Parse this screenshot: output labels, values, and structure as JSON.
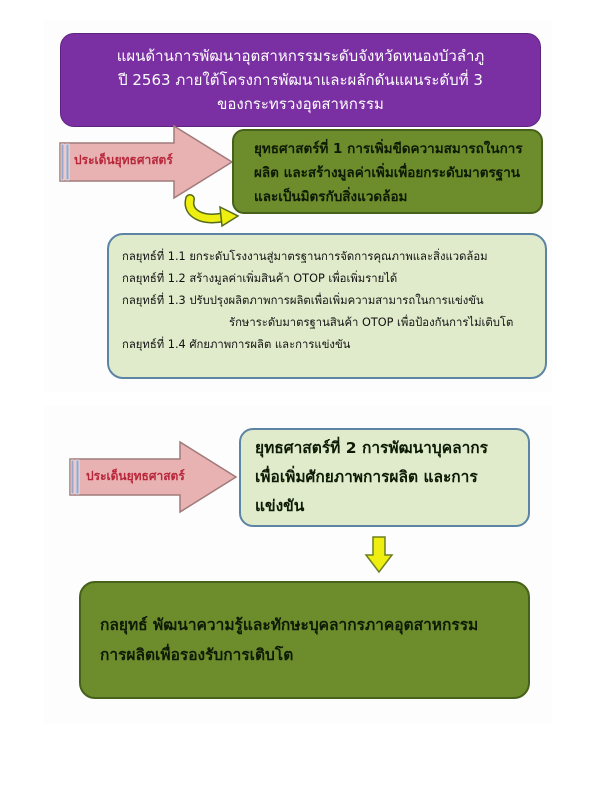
{
  "title": {
    "line1": "แผนด้านการพัฒนาอุตสาหกรรมระดับจังหวัดหนองบัวลำภู",
    "line2": "ปี 2563 ภายใต้โครงการพัฒนาและผลักดันแผนระดับที่ 3",
    "line3": "ของกระทรวงอุตสาหกรรม"
  },
  "section1": {
    "issue_label": "ประเด็นยุทธศาสตร์",
    "strategy_line1": "ยุทธศาสตร์ที่ 1 การเพิ่มขีดความสมารถในการ",
    "strategy_line2": "ผลิต และสร้างมูลค่าเพิ่มเพื่อยกระดับมาตรฐาน",
    "strategy_line3": "และเป็นมิตรกับสิ่งแวดล้อม",
    "tactics": [
      "กลยุทธ์ที่ 1.1 ยกระดับโรงงานสู่มาตรฐานการจัดการคุณภาพและสิ่งแวดล้อม",
      "กลยุทธ์ที่ 1.2 สร้างมูลค่าเพิ่มสินค้า OTOP เพื่อเพิ่มรายได้",
      "กลยุทธ์ที่ 1.3 ปรับปรุงผลิตภาพการผลิตเพื่อเพิ่มความสามารถในการแข่งขัน",
      "รักษาระดับมาตรฐานสินค้า OTOP เพื่อป้องกันการไม่เติบโต",
      "กลยุทธ์ที่ 1.4 ศักยภาพการผลิต และการแข่งขัน"
    ]
  },
  "section2": {
    "issue_label": "ประเด็นยุทธศาสตร์",
    "strategy_line1": "ยุทธศาสตร์ที่ 2 การพัฒนาบุคลากร",
    "strategy_line2": "เพื่อเพิ่มศักยภาพการผลิต และการ",
    "strategy_line3": "แข่งขัน",
    "tactic_line1": "กลยุทธ์ พัฒนาความรู้และทักษะบุคลากรภาคอุตสาหกรรม",
    "tactic_line2": "การผลิตเพื่อรองรับการเติบโต"
  },
  "colors": {
    "title_bg": "#7a2fa2",
    "strategy_bg": "#6d8c2c",
    "tactic_bg": "#e0ebcb",
    "arrow_fill": "#e8b2b2",
    "connector_arrow": "#eeee10"
  }
}
